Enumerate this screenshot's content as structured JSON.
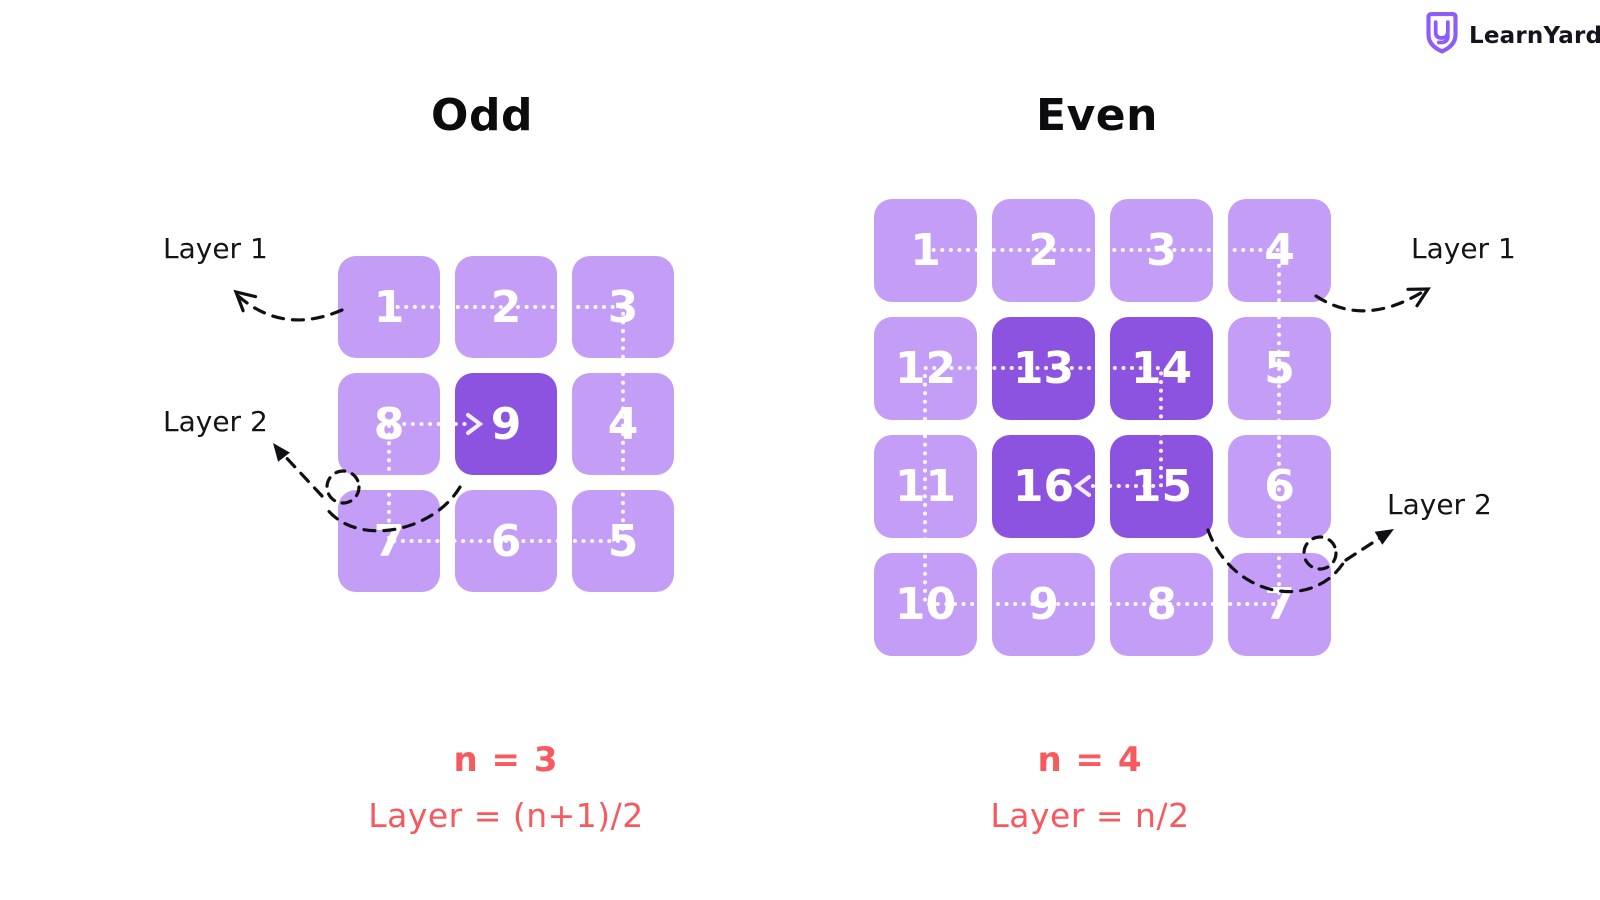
{
  "logo": {
    "brand": "LearnYard",
    "icon": "learnyard-shield-icon"
  },
  "colors": {
    "cell-light": "#c49ef6",
    "cell-dark": "#8c52e0",
    "accent-red": "#f8595e",
    "ink": "#101014",
    "logo-purple": "#8e5cf6"
  },
  "odd": {
    "title": "Odd",
    "layer1_label": "Layer 1",
    "layer2_label": "Layer 2",
    "n_label": "n = 3",
    "formula": "Layer = (n+1)/2",
    "rows": [
      [
        "1",
        "2",
        "3"
      ],
      [
        "8",
        "9",
        "4"
      ],
      [
        "7",
        "6",
        "5"
      ]
    ],
    "layer2_values": [
      "9"
    ]
  },
  "even": {
    "title": "Even",
    "layer1_label": "Layer 1",
    "layer2_label": "Layer 2",
    "n_label": "n = 4",
    "formula": "Layer = n/2",
    "rows": [
      [
        "1",
        "2",
        "3",
        "4"
      ],
      [
        "12",
        "13",
        "14",
        "5"
      ],
      [
        "11",
        "16",
        "15",
        "6"
      ],
      [
        "10",
        "9",
        "8",
        "7"
      ]
    ],
    "layer2_values": [
      "13",
      "14",
      "15",
      "16"
    ]
  }
}
